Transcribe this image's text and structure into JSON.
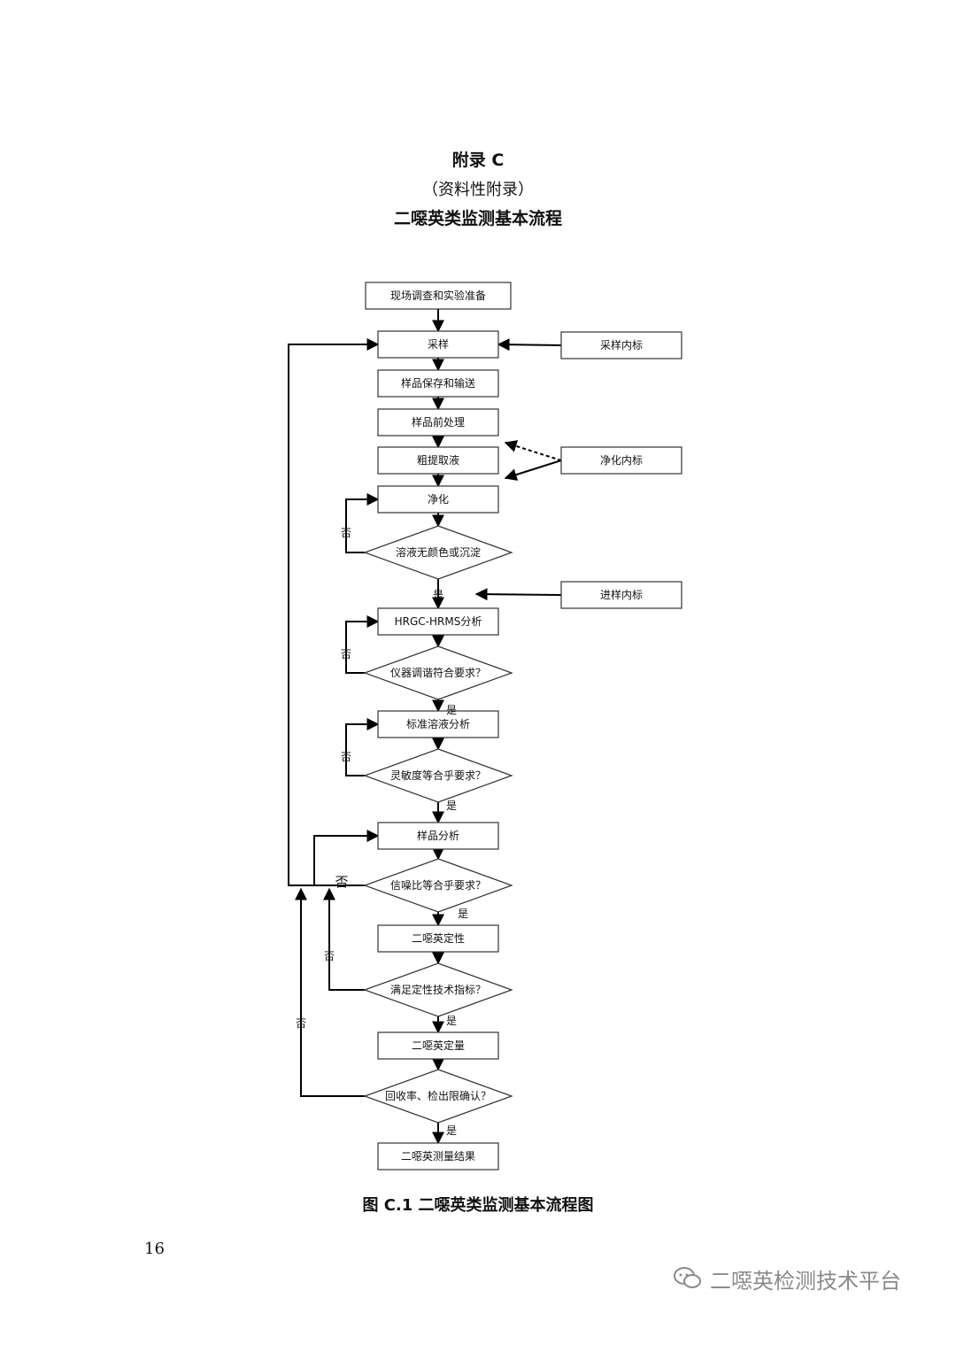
{
  "header": {
    "appendix": "附录 C",
    "note": "（资料性附录）",
    "title": "二噁英类监测基本流程"
  },
  "flow": {
    "steps": [
      "现场调查和实验准备",
      "采样",
      "样品保存和输送",
      "样品前处理",
      "粗提取液",
      "净化",
      "HRGC-HRMS分析",
      "标准溶液分析",
      "样品分析",
      "二噁英定性",
      "二噁英定量",
      "二噁英测量结果"
    ],
    "decisions": [
      "溶液无颜色或沉淀",
      "仪器调谐符合要求？",
      "灵敏度等合乎要求？",
      "信噪比等合乎要求？",
      "满足定性技术指标？",
      "回收率、检出限确认？"
    ],
    "side_boxes": [
      "采样内标",
      "净化内标",
      "进样内标"
    ],
    "yes_label": "是",
    "no_label": "否"
  },
  "caption": "图 C.1   二噁英类监测基本流程图",
  "page_number": "16",
  "watermark": "二噁英检测技术平台"
}
